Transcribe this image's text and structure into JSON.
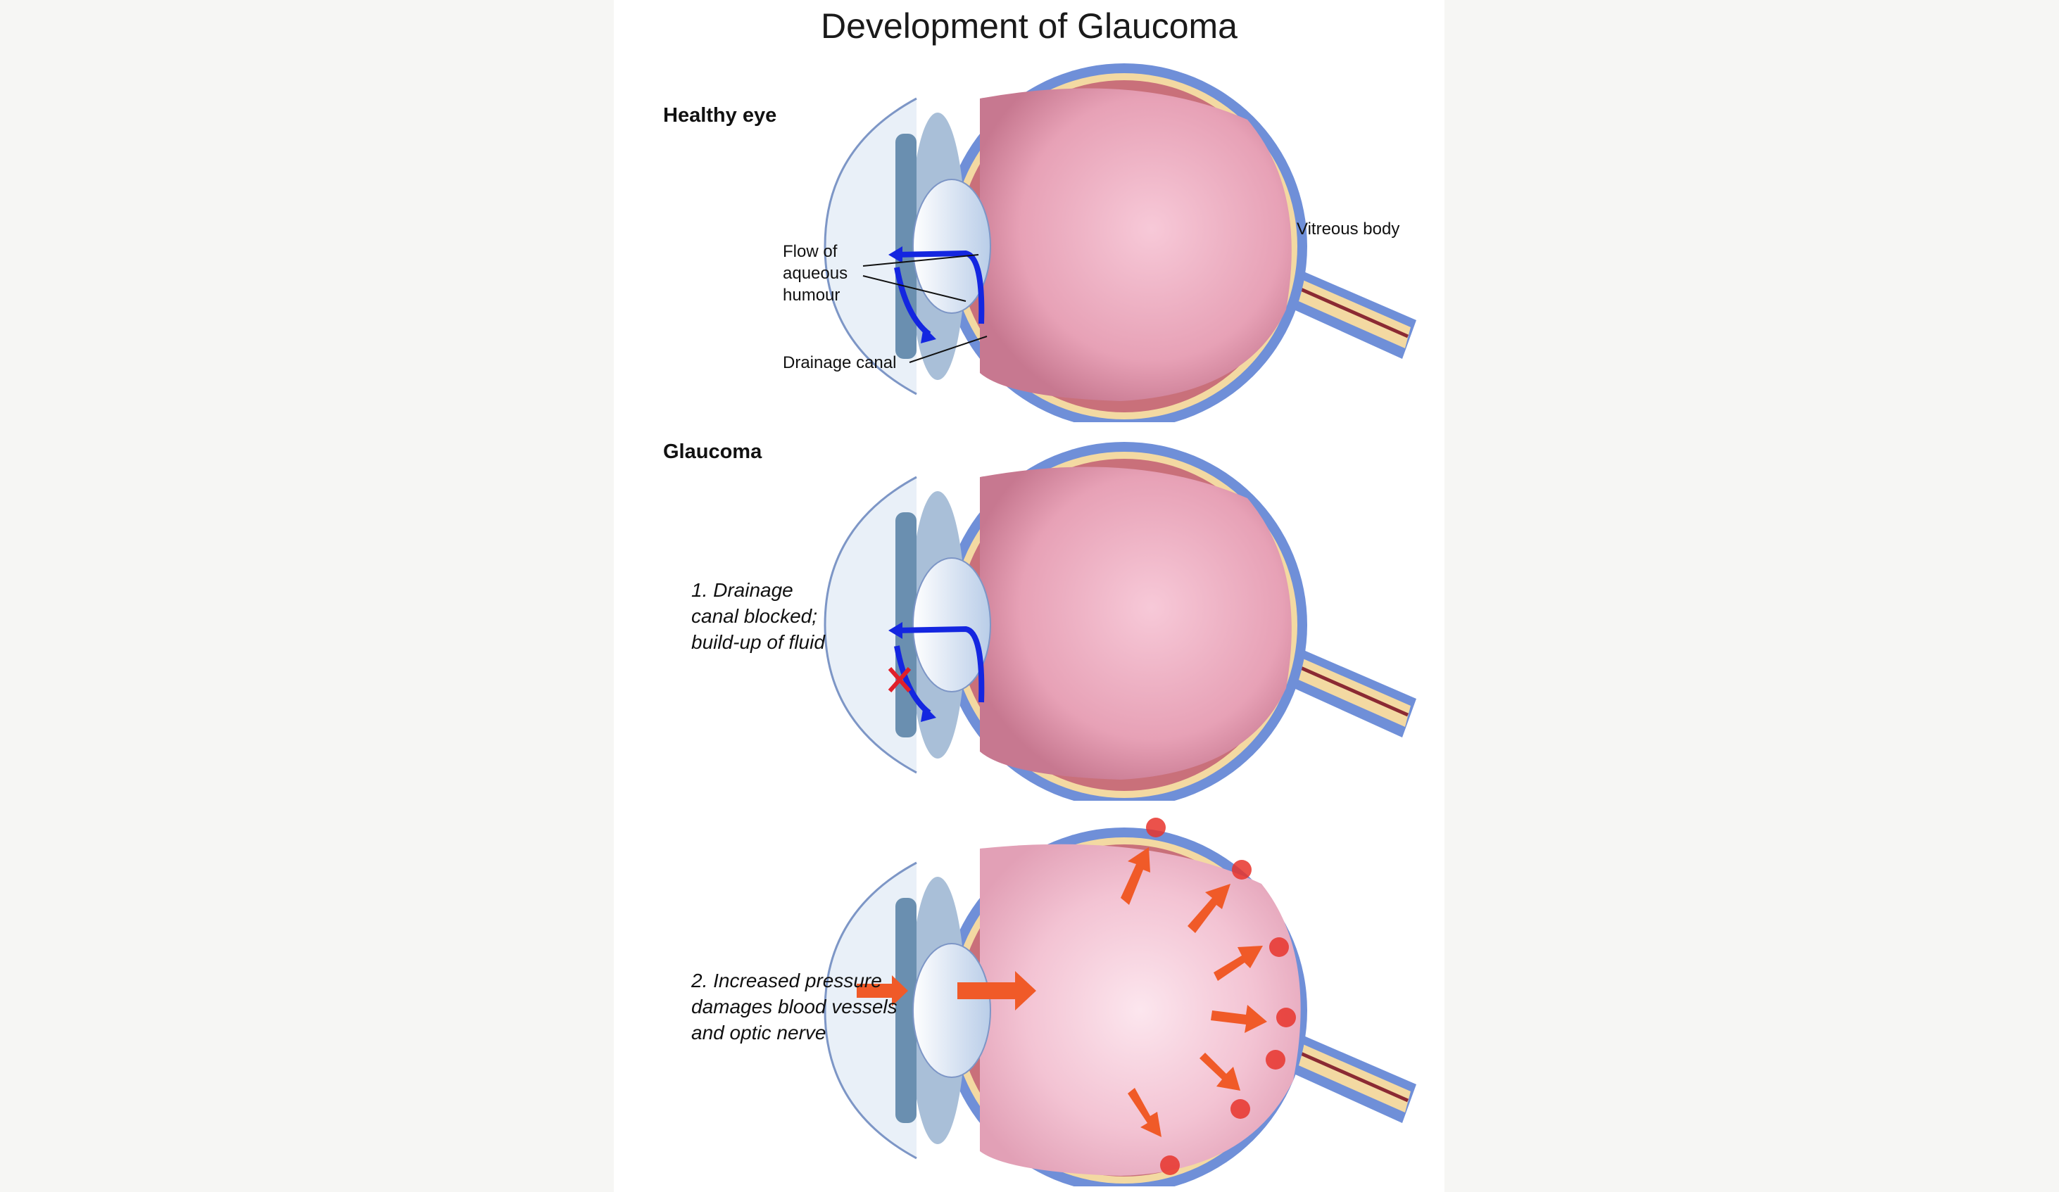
{
  "title": "Development of Glaucoma",
  "healthy": {
    "heading": "Healthy eye",
    "vitreous_label": "Vitreous body",
    "flow_label": "Flow of\naqueous\nhumour",
    "drainage_label": "Drainage canal"
  },
  "glaucoma": {
    "heading": "Glaucoma",
    "step1": "1. Drainage\ncanal blocked;\nbuild-up of fluid",
    "step2": "2. Increased pressure\ndamages blood vessels\nand optic nerve"
  },
  "colors": {
    "sclera": "#6f8fd8",
    "choroid": "#f3d9a2",
    "retina": "#c9707a",
    "vitreous": "#e8a4b8",
    "flow_arrow": "#1426e0",
    "pressure_arrow": "#f05a28",
    "blocked_mark": "#e0202a"
  }
}
